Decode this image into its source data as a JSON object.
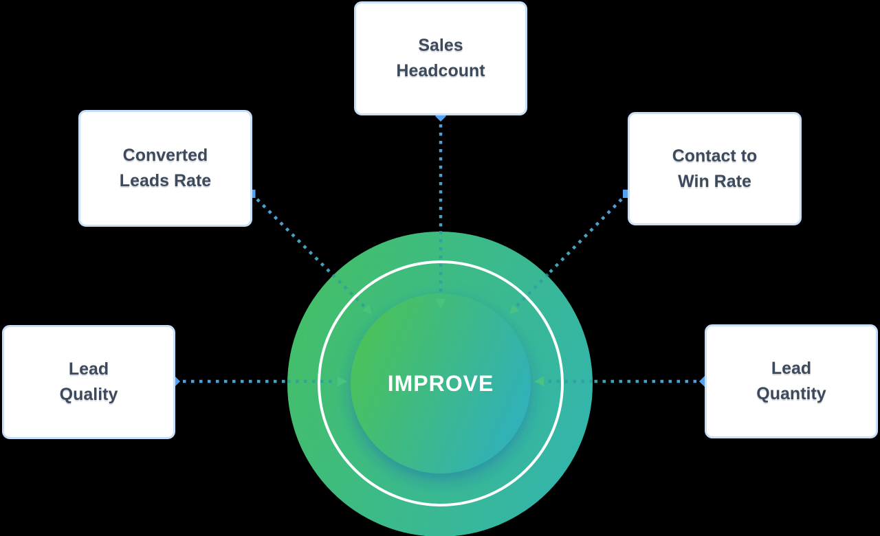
{
  "diagram": {
    "title": "improve-funnel-factors",
    "center": {
      "label": "IMPROVE"
    },
    "nodes": [
      {
        "id": "sales-headcount",
        "line1": "Sales",
        "line2": "Headcount"
      },
      {
        "id": "converted-leads-rate",
        "line1": "Converted",
        "line2": "Leads Rate"
      },
      {
        "id": "contact-to-win-rate",
        "line1": "Contact to",
        "line2": "Win Rate"
      },
      {
        "id": "lead-quality",
        "line1": "Lead",
        "line2": "Quality"
      },
      {
        "id": "lead-quantity",
        "line1": "Lead",
        "line2": "Quantity"
      }
    ],
    "colors": {
      "background": "#000000",
      "box_fill": "#ffffff",
      "box_border": "#c8dff9",
      "box_text": "#3d4a5b",
      "connector_blue": "#4f9fdc",
      "connector_teal": "#3aa2aa",
      "endpoint_blue": "#57a2f0",
      "arrow_green": "#4cc47e",
      "outer_circle_gradient_start": "#3fbf61",
      "outer_circle_gradient_end": "#2db4ab",
      "inner_circle_gradient_start": "#4bc256",
      "inner_circle_gradient_end": "#2fb0bd",
      "ring_white": "#ffffff",
      "center_text": "#ffffff"
    }
  }
}
